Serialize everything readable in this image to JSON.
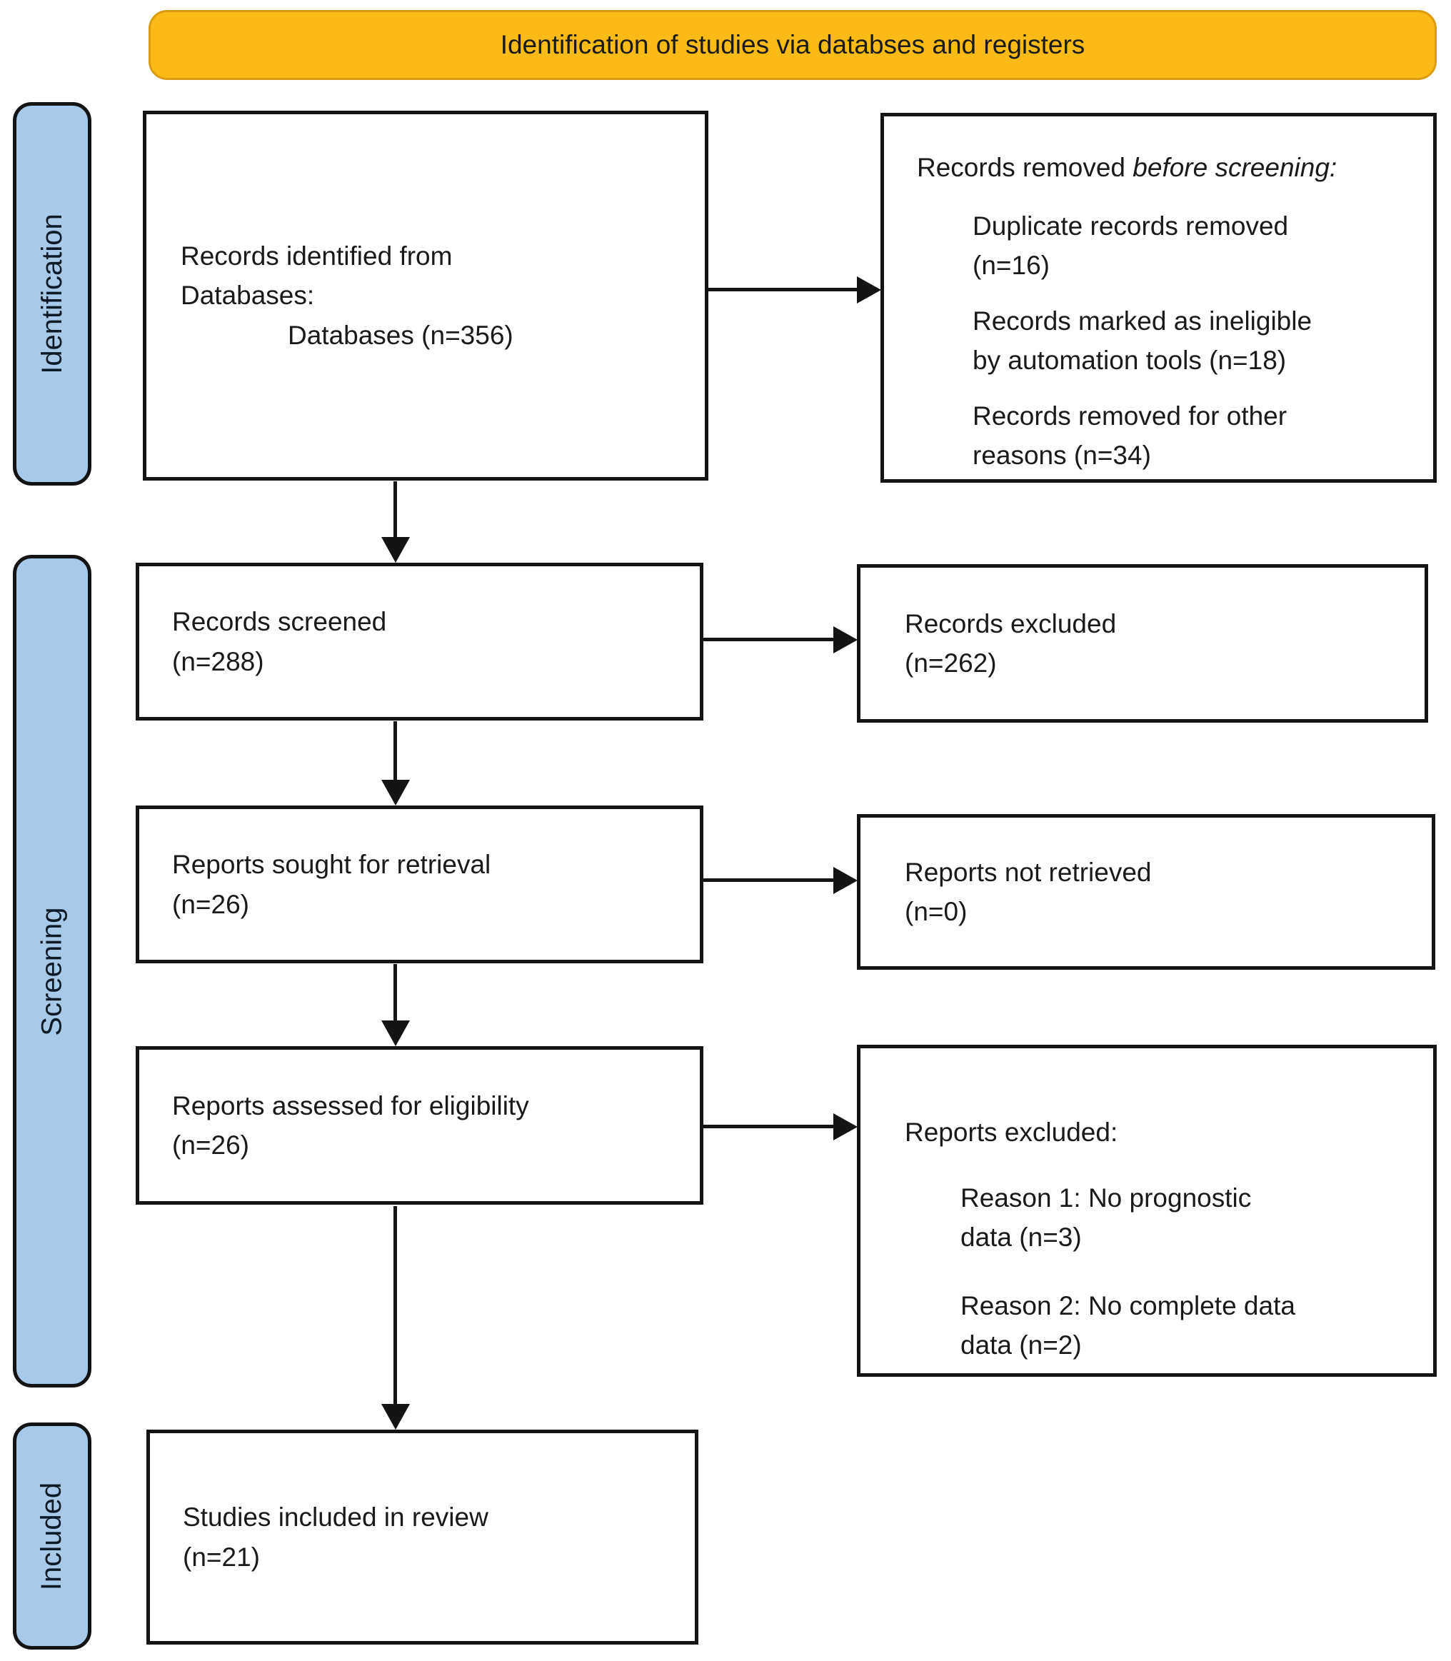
{
  "banner": {
    "title": "Identification of studies via databses and registers"
  },
  "colors": {
    "banner_bg": "#FBBB16",
    "banner_border": "#DA9C10",
    "stage_bg": "#A7CAEA",
    "stage_text": "#0D1B28",
    "line": "#141414",
    "text": "#1A1A1A"
  },
  "stages": [
    {
      "label": "Identification"
    },
    {
      "label": "Screening"
    },
    {
      "label": "Included"
    }
  ],
  "flow": {
    "records_identified": {
      "line1": "Records identified from",
      "line2": "Databases:",
      "line3": "Databases (n=356)"
    },
    "records_removed": {
      "heading_regular": "Records removed ",
      "heading_italic": "before screening:",
      "items": [
        "Duplicate records removed\n(n=16)",
        "Records marked as ineligible\nby automation tools (n=18)",
        "Records removed for other\nreasons (n=34)"
      ]
    },
    "records_screened": {
      "text": "Records screened\n(n=288)"
    },
    "records_excluded": {
      "text": "Records excluded\n(n=262)"
    },
    "reports_sought": {
      "text": "Reports sought for retrieval\n(n=26)"
    },
    "reports_not_retrieved": {
      "text": "Reports not retrieved\n(n=0)"
    },
    "reports_assessed": {
      "text": "Reports assessed for eligibility\n(n=26)"
    },
    "reports_excluded": {
      "heading": "Reports excluded:",
      "items": [
        "Reason 1: No prognostic\ndata (n=3)",
        "Reason 2: No complete data\ndata (n=2)"
      ]
    },
    "studies_included": {
      "text": "Studies included in review\n(n=21)"
    }
  }
}
